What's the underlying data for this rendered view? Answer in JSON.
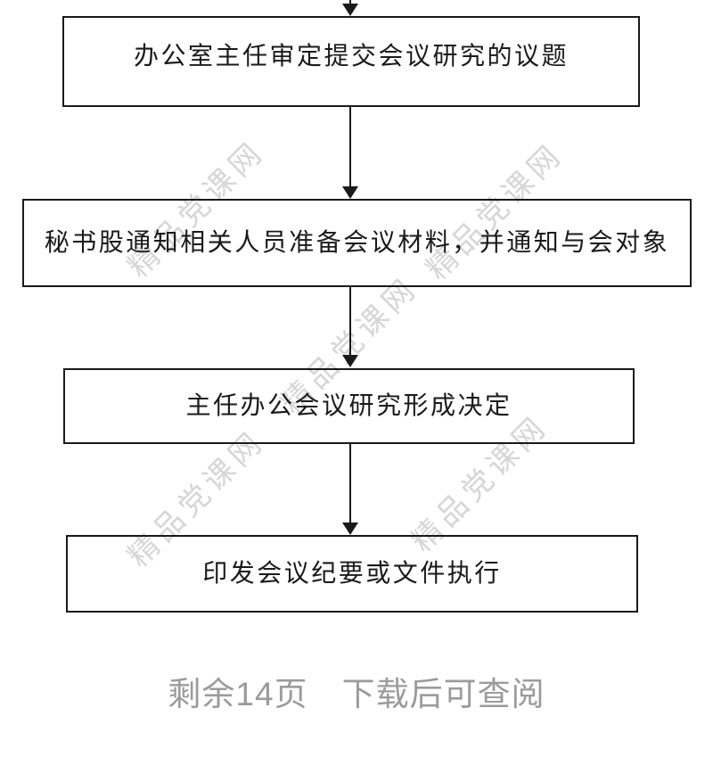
{
  "flowchart": {
    "boxes": [
      {
        "label": "办公室主任审定提交会议研究的议题"
      },
      {
        "label": "秘书股通知相关人员准备会议材料，并通知与会对象"
      },
      {
        "label": "主任办公会议研究形成决定"
      },
      {
        "label": "印发会议纪要或文件执行"
      }
    ],
    "line_color": "#1a1a1a"
  },
  "watermark": {
    "text": "精品党课网",
    "color": "#d6d6d6"
  },
  "footer": {
    "text": "剩余14页　下载后可查阅",
    "color": "#9b9b9b"
  },
  "page": {
    "background": "#ffffff"
  }
}
